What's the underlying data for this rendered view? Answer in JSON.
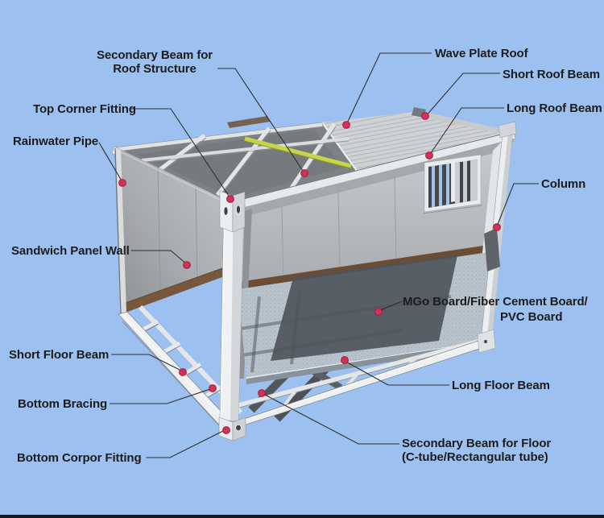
{
  "colors": {
    "background": "#9cc1f0",
    "bottom_bar": "#15181d",
    "marker": "#d23158",
    "label_text": "#1c1c1c",
    "highlight_beam": "#c8d345"
  },
  "labels": {
    "secondary_beam_roof_line1": "Secondary Beam for",
    "secondary_beam_roof_line2": "Roof Structure",
    "top_corner_fitting": "Top Corner Fitting",
    "rainwater_pipe": "Rainwater Pipe",
    "sandwich_panel_wall": "Sandwich Panel Wall",
    "short_floor_beam": "Short Floor Beam",
    "bottom_bracing": "Bottom Bracing",
    "bottom_corpor_fitting": "Bottom Corpor Fitting",
    "wave_plate_roof": "Wave Plate Roof",
    "short_roof_beam": "Short Roof Beam",
    "long_roof_beam": "Long Roof Beam",
    "column": "Column",
    "mgo_board_line1": "MGo Board/Fiber Cement Board/",
    "mgo_board_line2": "PVC Board",
    "long_floor_beam": "Long Floor Beam",
    "secondary_beam_floor_line1": "Secondary Beam for Floor",
    "secondary_beam_floor_line2": "(C-tube/Rectangular tube)"
  }
}
